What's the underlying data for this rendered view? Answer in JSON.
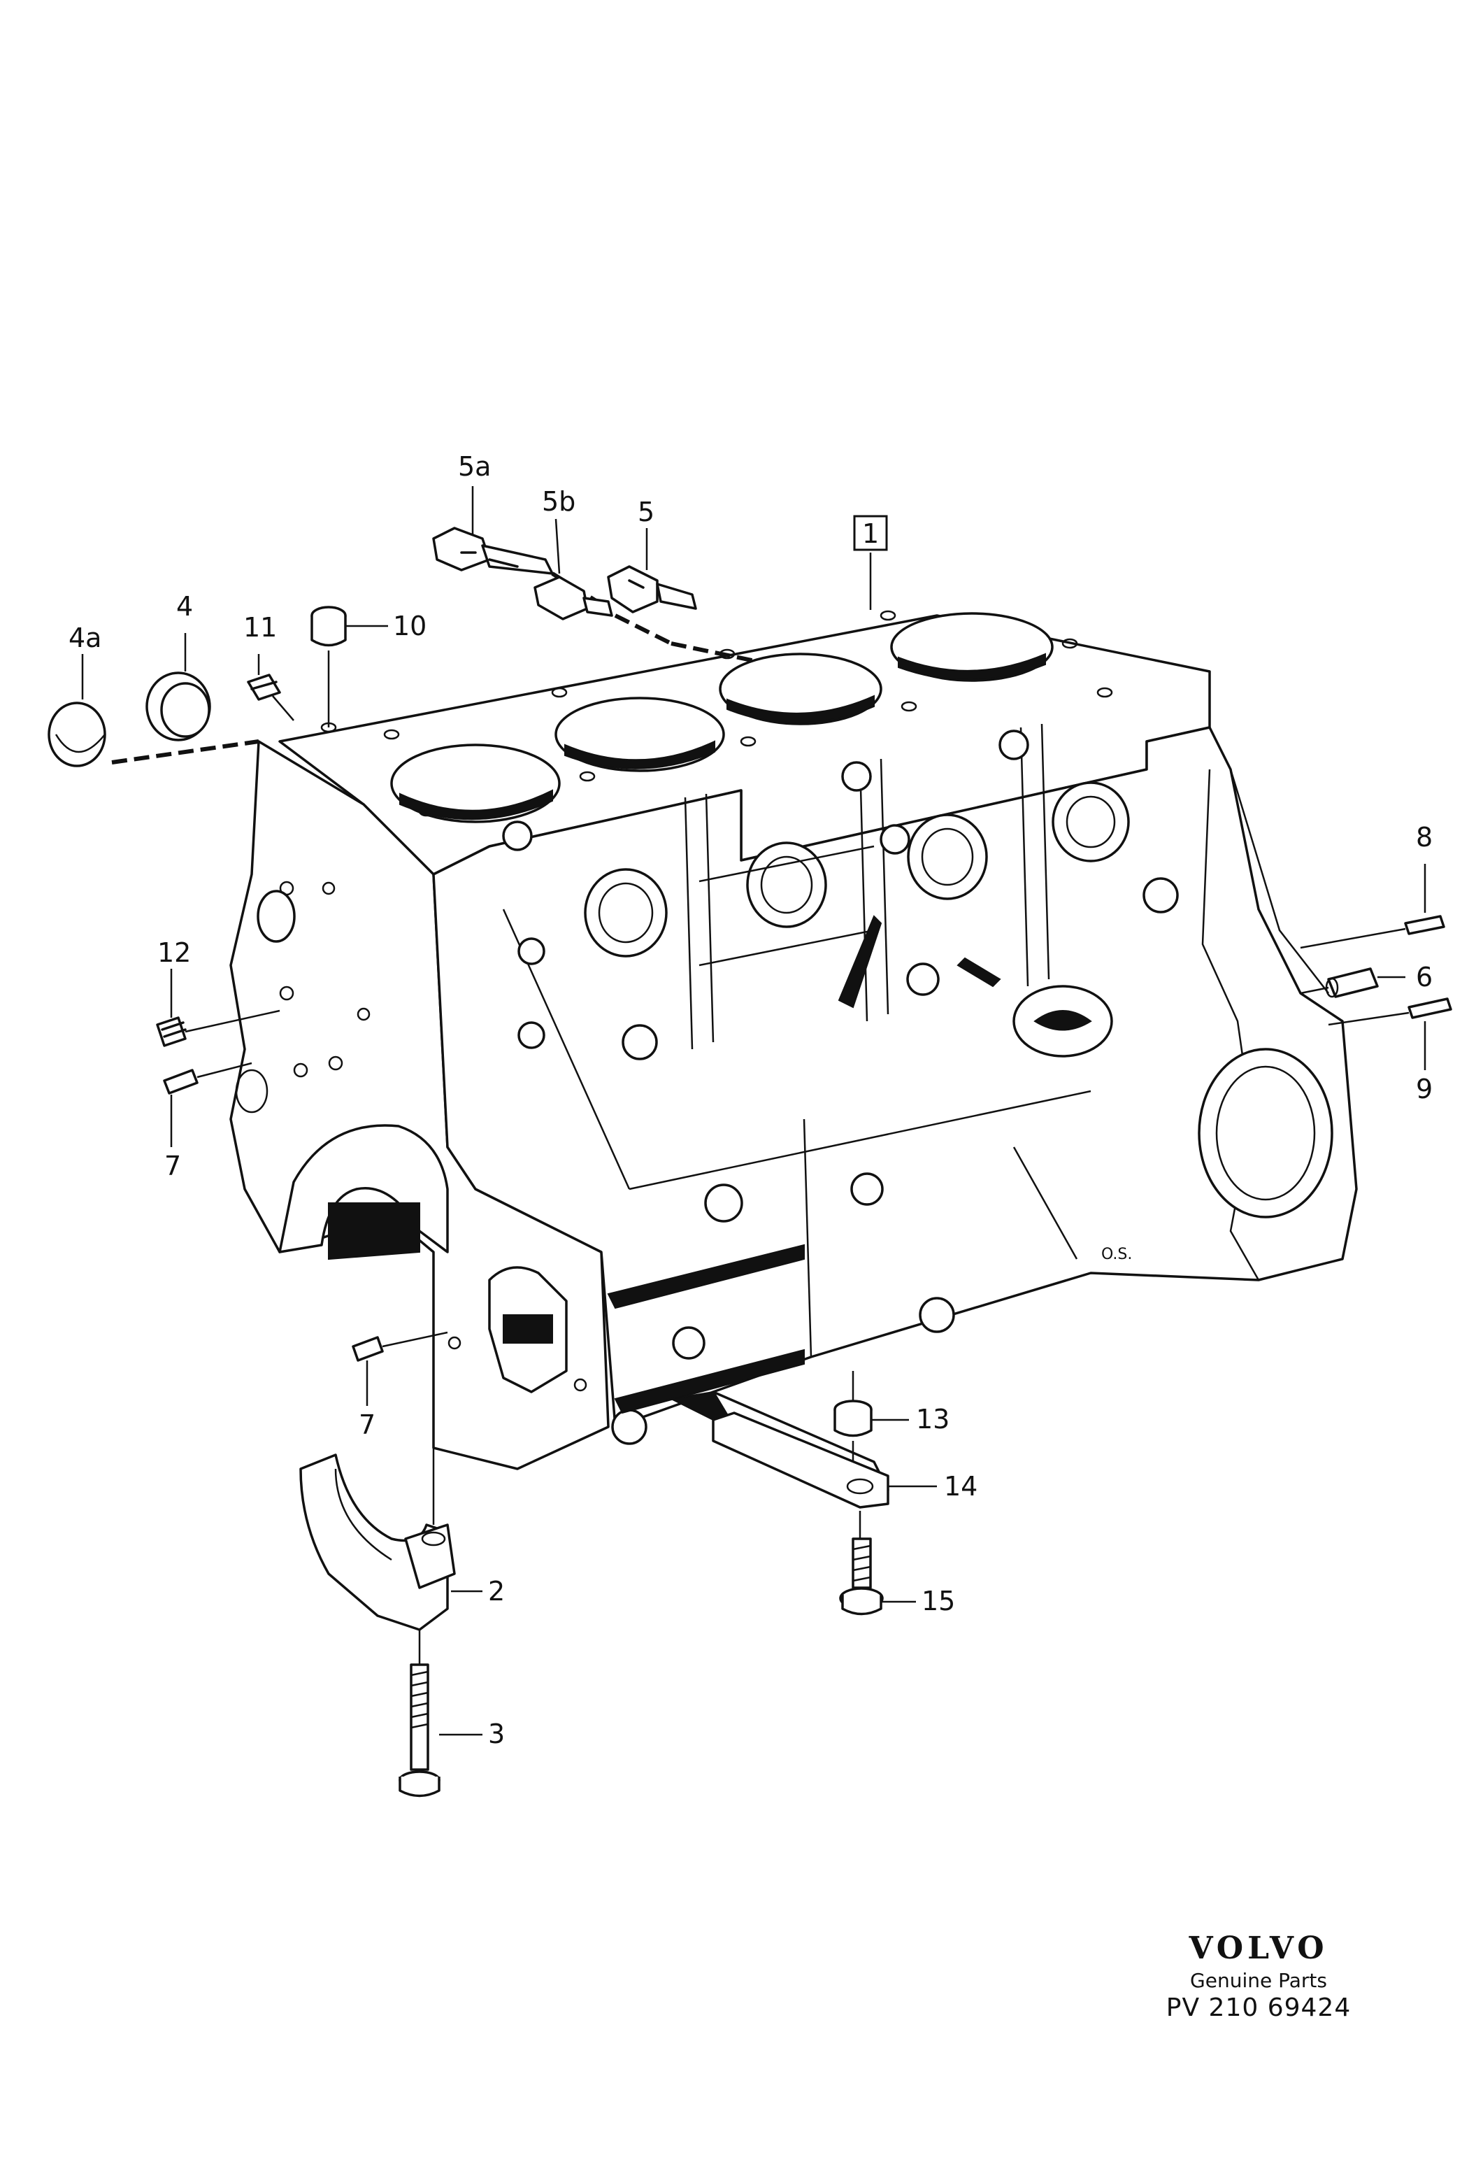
{
  "callouts": [
    {
      "id": "5a",
      "text": "5a"
    },
    {
      "id": "5b",
      "text": "5b"
    },
    {
      "id": "5",
      "text": "5"
    },
    {
      "id": "1",
      "text": "1"
    },
    {
      "id": "4",
      "text": "4"
    },
    {
      "id": "4a",
      "text": "4a"
    },
    {
      "id": "11",
      "text": "11"
    },
    {
      "id": "10",
      "text": "10"
    },
    {
      "id": "8",
      "text": "8"
    },
    {
      "id": "6",
      "text": "6"
    },
    {
      "id": "9",
      "text": "9"
    },
    {
      "id": "12",
      "text": "12"
    },
    {
      "id": "7a",
      "text": "7"
    },
    {
      "id": "7b",
      "text": "7"
    },
    {
      "id": "13",
      "text": "13"
    },
    {
      "id": "14",
      "text": "14"
    },
    {
      "id": "2",
      "text": "2"
    },
    {
      "id": "15",
      "text": "15"
    },
    {
      "id": "3",
      "text": "3"
    }
  ],
  "artist_initials": "O.S.",
  "brand": {
    "logo": "VOLVO",
    "tagline": "Genuine Parts",
    "code": "PV 210 69424"
  }
}
